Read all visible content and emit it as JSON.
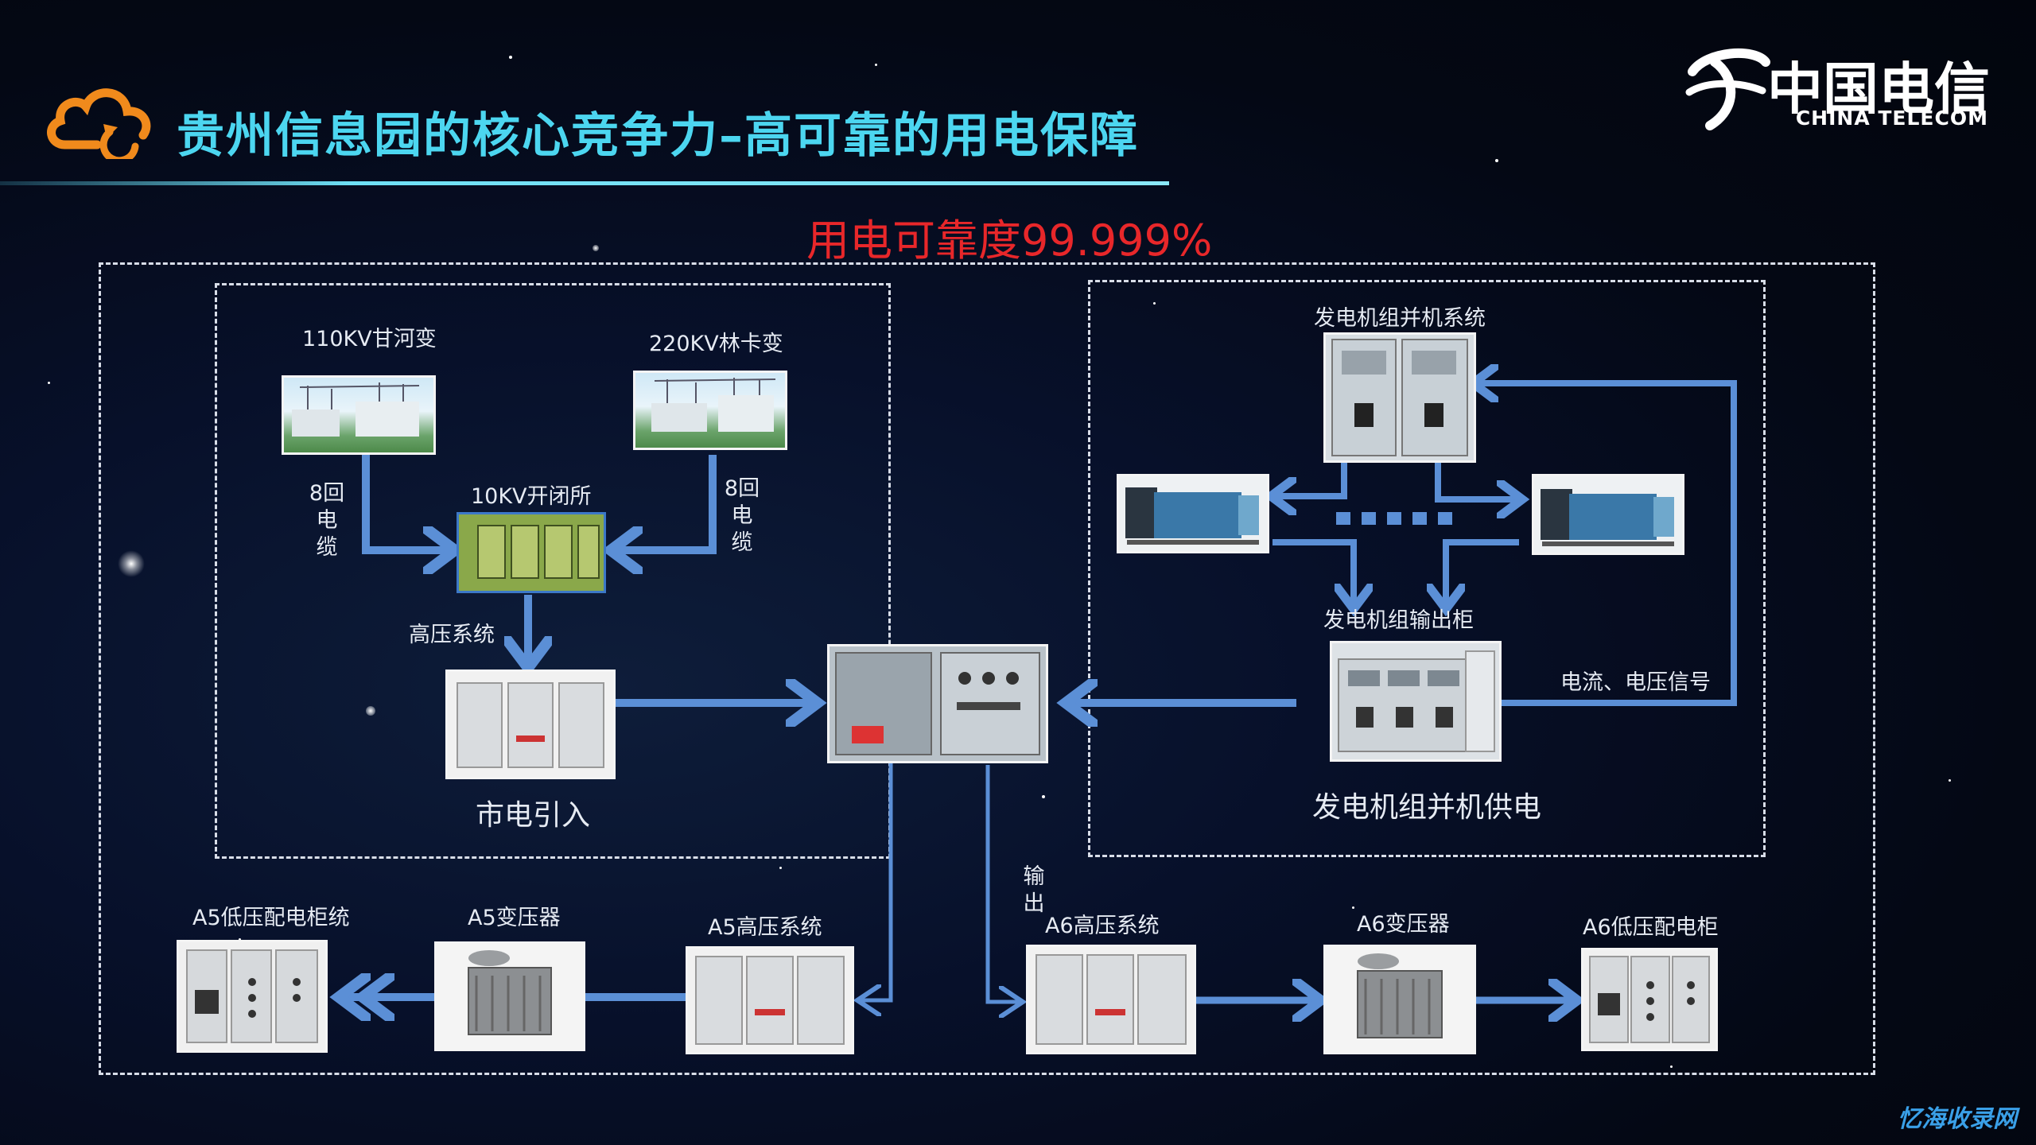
{
  "header": {
    "title": "贵州信息园的核心竞争力–高可靠的用电保障",
    "reliability": "用电可靠度99.999%"
  },
  "logo": {
    "chinese": "中国电信",
    "english": "CHINA TELECOM"
  },
  "grid_supply": {
    "substation_110kv": "110KV甘河变",
    "substation_220kv": "220KV林卡变",
    "cable_left": "8回\n电\n缆",
    "cable_right": "8回\n电\n缆",
    "switch_station": "10KV开闭所",
    "hv_system": "高压系统",
    "mains_intake": "市电引入"
  },
  "generator_supply": {
    "parallel_system": "发电机组并机系统",
    "output_cabinet": "发电机组输出柜",
    "signal": "电流、电压信号",
    "parallel_supply": "发电机组并机供电"
  },
  "distribution": {
    "output": "输\n出",
    "a5_lv": "A5低压配电柜统",
    "a5_transformer": "A5变压器",
    "a5_hv": "A5高压系统",
    "a6_hv": "A6高压系统",
    "a6_transformer": "A6变压器",
    "a6_lv": "A6低压配电柜"
  },
  "watermark": "忆海收录网",
  "colors": {
    "title": "#4cd6f0",
    "reliability": "#e8272a",
    "arrow": "#5b8fd6",
    "logo_accent": "#f08a1c"
  }
}
